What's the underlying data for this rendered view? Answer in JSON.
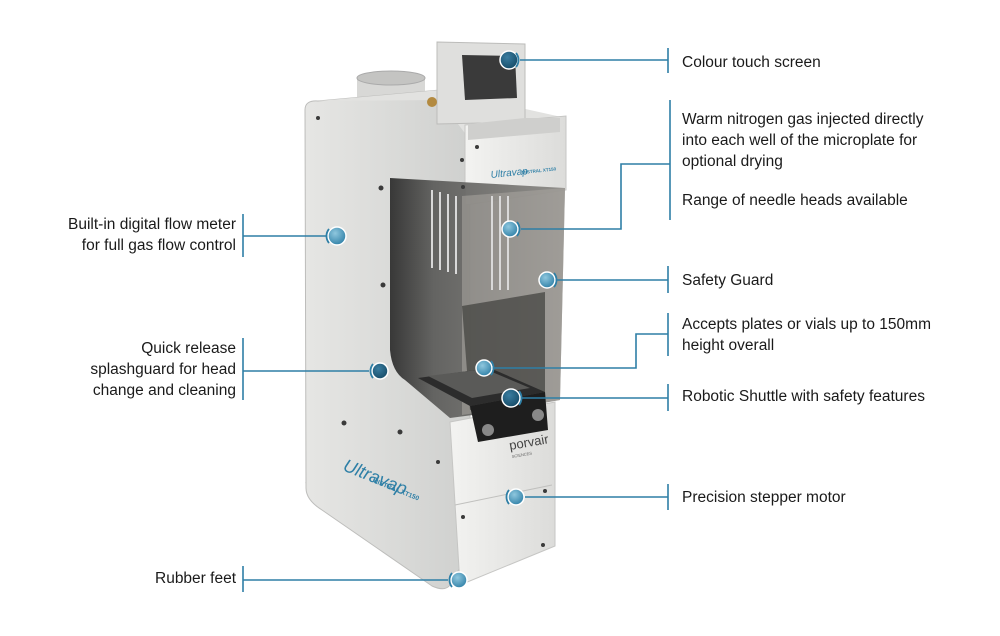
{
  "brand": {
    "body_logo": "Ultravap",
    "body_model": "MISTRAL XT150",
    "top_logo": "Ultravap",
    "top_model": "MISTRAL XT150",
    "maker": "porvair",
    "maker_sub": "SCIENCES",
    "accent_color": "#2e7fa6"
  },
  "callouts": {
    "touch_screen": [
      "Colour touch screen"
    ],
    "nitrogen": [
      "Warm nitrogen gas injected directly",
      "into each well of the microplate for",
      "optional drying"
    ],
    "needle_heads": [
      "Range of needle heads available"
    ],
    "safety_guard": [
      "Safety Guard"
    ],
    "plates": [
      "Accepts plates or vials up to 150mm",
      "height overall"
    ],
    "shuttle": [
      "Robotic Shuttle with safety features"
    ],
    "stepper": [
      "Precision stepper motor"
    ],
    "flow_meter": [
      "Built-in digital  flow meter",
      "for full gas flow control"
    ],
    "splashguard": [
      "Quick release",
      "splashguard for head",
      "change and cleaning"
    ],
    "feet": [
      "Rubber feet"
    ]
  }
}
